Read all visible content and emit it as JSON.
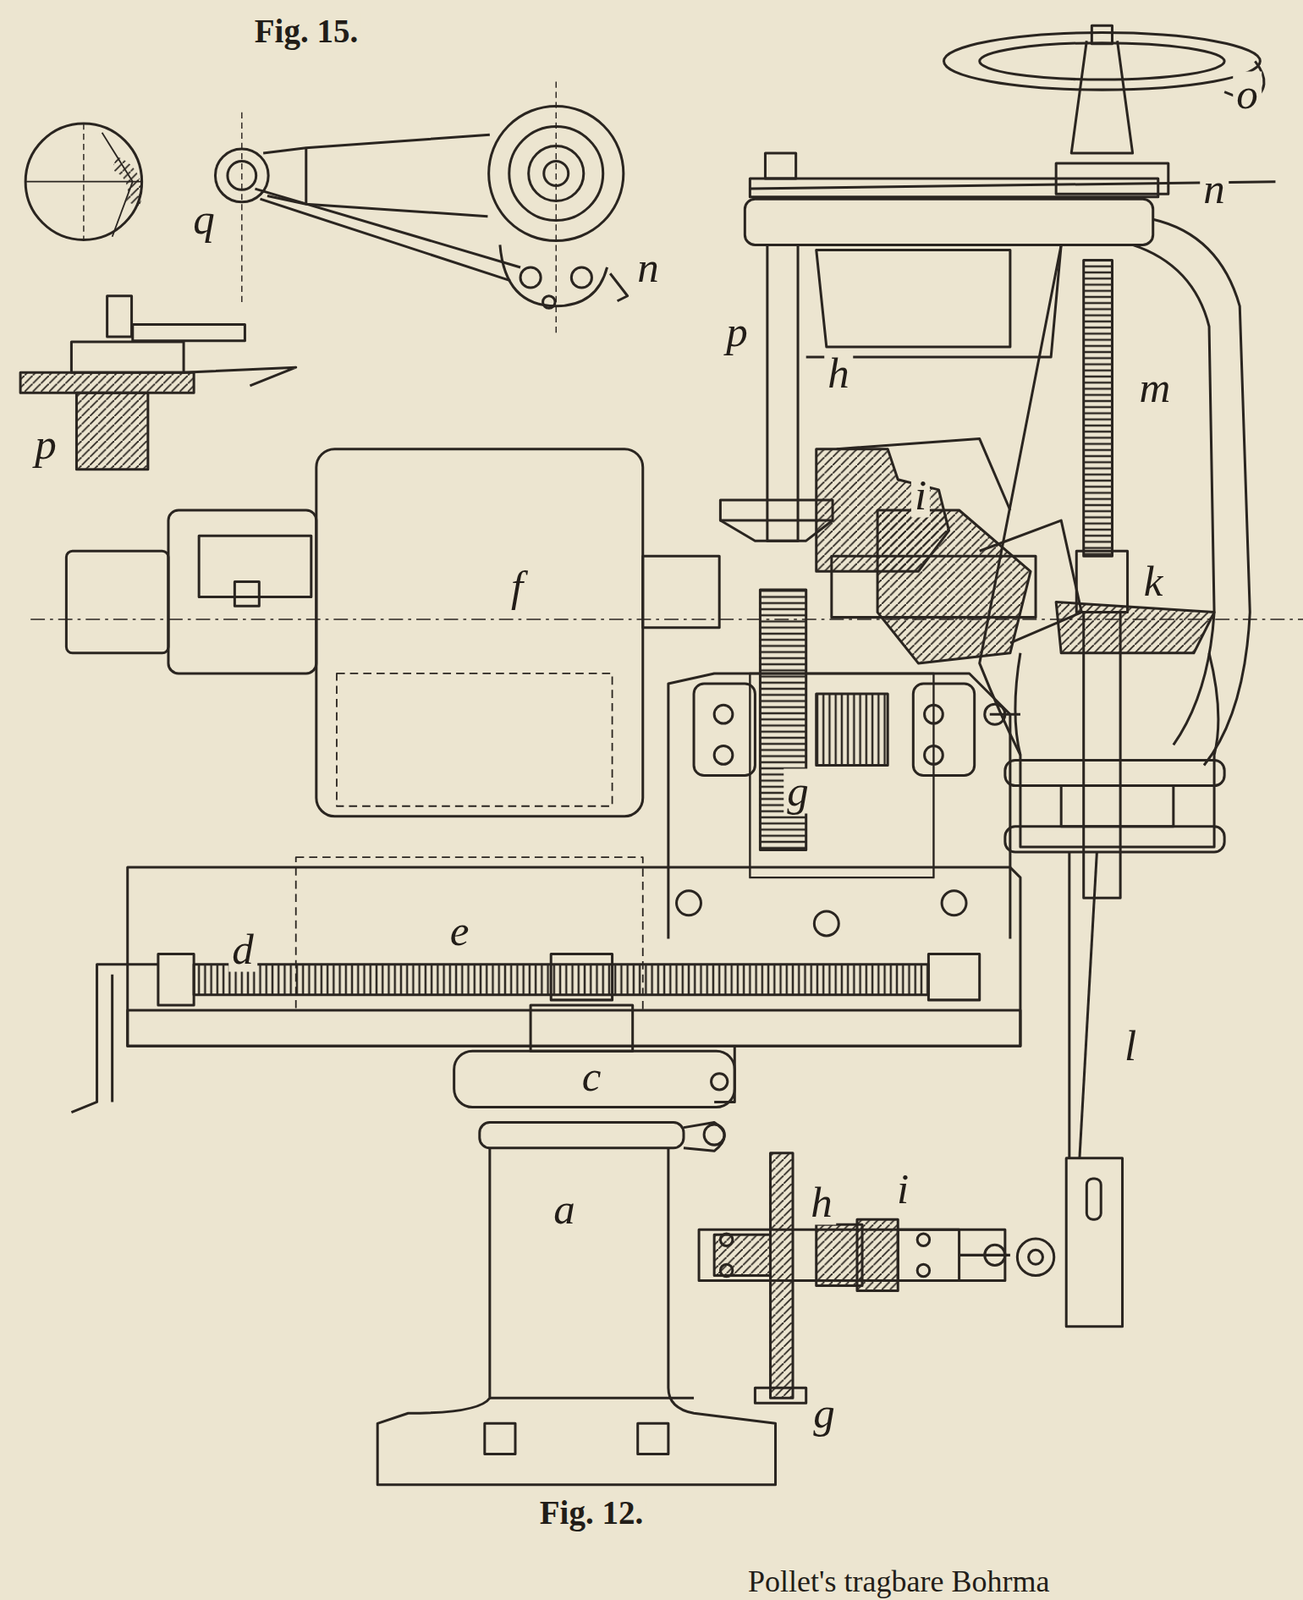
{
  "diagram": {
    "labels": [
      "Fig. 15.",
      "q",
      "n",
      "p",
      "o",
      "n",
      "p",
      "h",
      "m",
      "i",
      "k",
      "f",
      "g",
      "e",
      "d",
      "c",
      "a",
      "l",
      "h",
      "i",
      "g",
      "Fig. 12.",
      "Pollet's tragbare Bohrma"
    ]
  }
}
